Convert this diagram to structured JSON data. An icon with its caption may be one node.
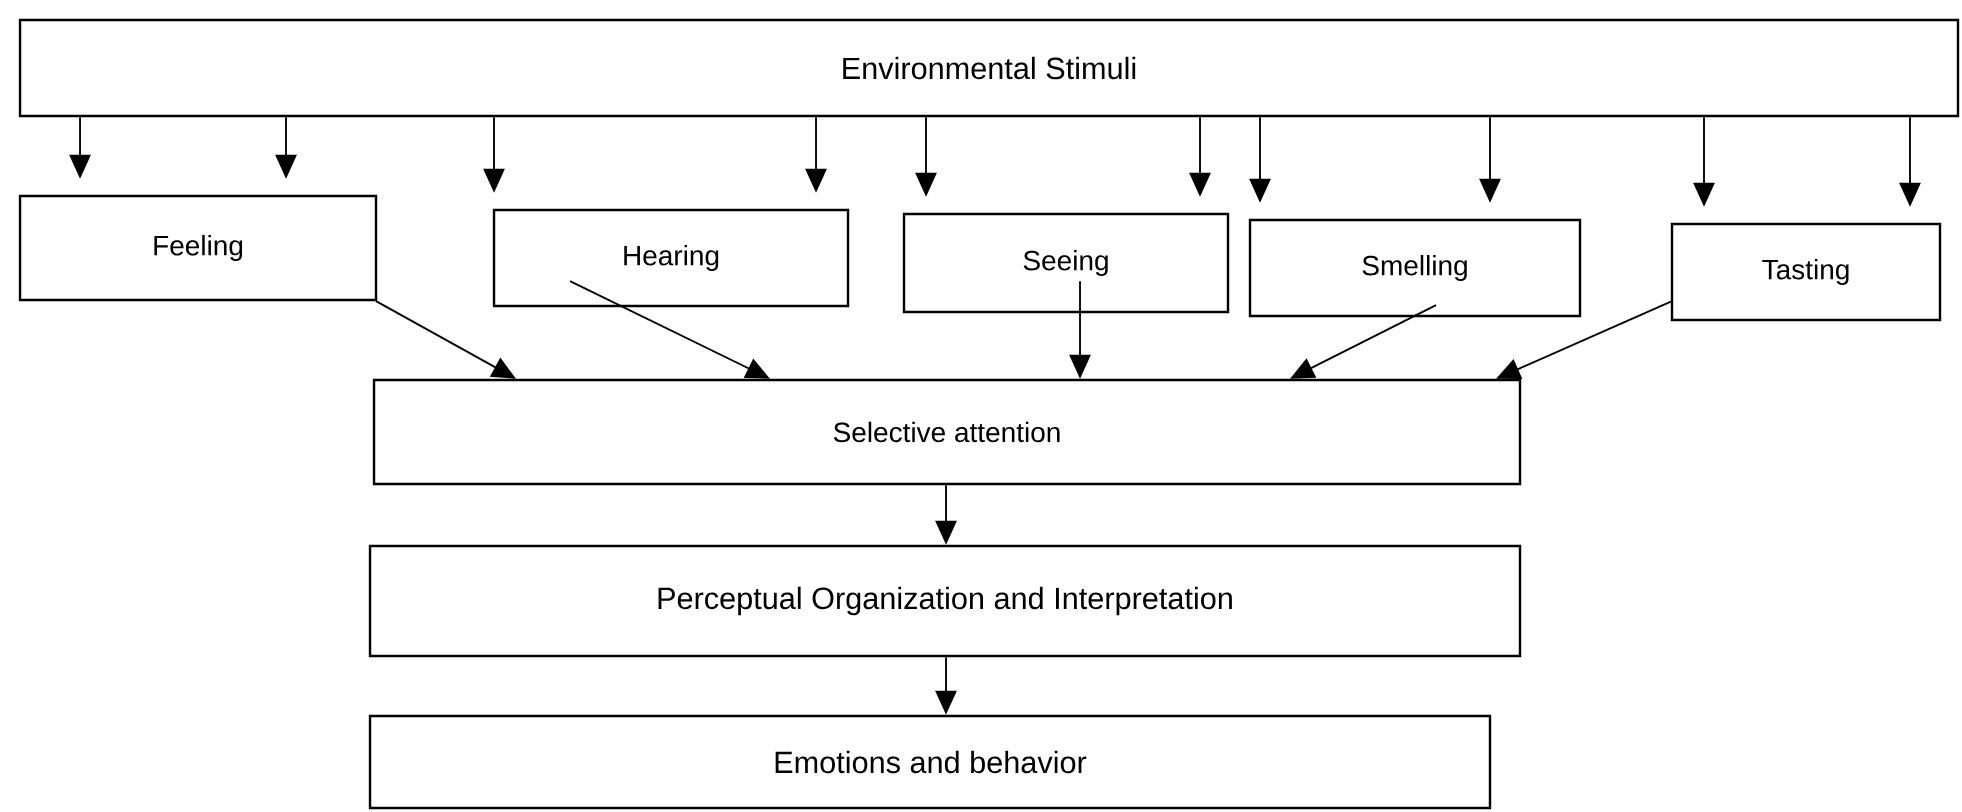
{
  "diagram": {
    "nodes": [
      {
        "text": [
          "Environmental Stimuli"
        ]
      },
      {
        "text": [
          "Feeling"
        ]
      },
      {
        "text": [
          "Hearing"
        ]
      },
      {
        "text": [
          "Seeing"
        ]
      },
      {
        "text": [
          "Smelling"
        ]
      },
      {
        "text": [
          "Tasting"
        ]
      },
      {
        "text": [
          "Selective attention"
        ]
      },
      {
        "text": [
          "Perceptual Organization and Interpretation"
        ]
      },
      {
        "text": [
          "Emotions and behavior"
        ]
      }
    ],
    "edges": [
      {
        "from": 0,
        "to": 1,
        "arrow": "to"
      },
      {
        "from": 0,
        "to": 1,
        "arrow": "to"
      },
      {
        "from": 0,
        "to": 2,
        "arrow": "to"
      },
      {
        "from": 0,
        "to": 2,
        "arrow": "to"
      },
      {
        "from": 0,
        "to": 3,
        "arrow": "to"
      },
      {
        "from": 0,
        "to": 3,
        "arrow": "to"
      },
      {
        "from": 0,
        "to": 4,
        "arrow": "to"
      },
      {
        "from": 0,
        "to": 4,
        "arrow": "to"
      },
      {
        "from": 0,
        "to": 5,
        "arrow": "to"
      },
      {
        "from": 0,
        "to": 5,
        "arrow": "to"
      },
      {
        "from": 1,
        "to": 6,
        "arrow": "to"
      },
      {
        "from": 2,
        "to": 6,
        "arrow": "to"
      },
      {
        "from": 3,
        "to": 6,
        "arrow": "to"
      },
      {
        "from": 4,
        "to": 6,
        "arrow": "to"
      },
      {
        "from": 5,
        "to": 6,
        "arrow": "to"
      },
      {
        "from": 6,
        "to": 7,
        "arrow": "to"
      },
      {
        "from": 7,
        "to": 8,
        "arrow": "to"
      }
    ]
  }
}
